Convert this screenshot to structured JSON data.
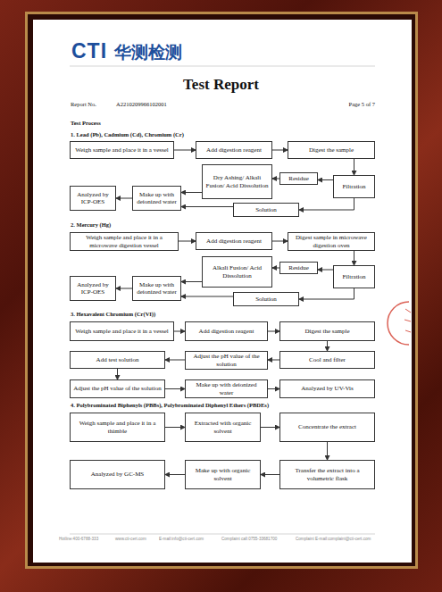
{
  "diagram": {
    "title": "Test Report",
    "nodes": [
      {
        "text": [
          "Weigh sample and place it in a vessel"
        ]
      },
      {
        "text": [
          "Add digestion reagent"
        ]
      },
      {
        "text": [
          "Digest the sample"
        ]
      },
      {
        "text": [
          "Filtration"
        ]
      },
      {
        "text": [
          "Residue"
        ]
      },
      {
        "text": [
          "Dry Ashing/ Alkali Fusion/ Acid Dissolution"
        ]
      },
      {
        "text": [
          "Make up with deionized water"
        ]
      },
      {
        "text": [
          "Analyzed by ICP-OES"
        ]
      },
      {
        "text": [
          "Solution"
        ]
      },
      {
        "text": [
          "Weigh sample and place it in a microwave digestion vessel"
        ]
      },
      {
        "text": [
          "Add digestion reagent"
        ]
      },
      {
        "text": [
          "Digest sample in microwave digestion oven"
        ]
      },
      {
        "text": [
          "Filtration"
        ]
      },
      {
        "text": [
          "Residue"
        ]
      },
      {
        "text": [
          "Alkali Fusion/ Acid Dissolution"
        ]
      },
      {
        "text": [
          "Make up with deionized water"
        ]
      },
      {
        "text": [
          "Analyzed by ICP-OES"
        ]
      },
      {
        "text": [
          "Solution"
        ]
      },
      {
        "text": [
          "Weigh sample and place it in a vessel"
        ]
      },
      {
        "text": [
          "Add digestion reagent"
        ]
      },
      {
        "text": [
          "Digest the sample"
        ]
      },
      {
        "text": [
          "Cool and filter"
        ]
      },
      {
        "text": [
          "Adjust the pH value of the solution"
        ]
      },
      {
        "text": [
          "Add test solution"
        ]
      },
      {
        "text": [
          "Adjust the pH value of the solution"
        ]
      },
      {
        "text": [
          "Make up with deionized water"
        ]
      },
      {
        "text": [
          "Analyzed by UV-Vis"
        ]
      },
      {
        "text": [
          "Weigh sample and place it in a thimble"
        ]
      },
      {
        "text": [
          "Extracted with organic solvent"
        ]
      },
      {
        "text": [
          "Concentrate the extract"
        ]
      },
      {
        "text": [
          "Transfer the extract into a volumetric flask"
        ]
      },
      {
        "text": [
          "Make up with organic solvent"
        ]
      },
      {
        "text": [
          "Analyzed by GC-MS"
        ]
      }
    ],
    "edges": [
      {
        "from": 0,
        "to": 1,
        "arrow": "to"
      },
      {
        "from": 1,
        "to": 2,
        "arrow": "to"
      },
      {
        "from": 2,
        "to": 3,
        "arrow": "to"
      },
      {
        "from": 3,
        "to": 4,
        "arrow": "to"
      },
      {
        "from": 4,
        "to": 5,
        "arrow": "to"
      },
      {
        "from": 5,
        "to": 6,
        "arrow": "to"
      },
      {
        "from": 6,
        "to": 7,
        "arrow": "to"
      },
      {
        "from": 3,
        "to": 8,
        "arrow": "to"
      },
      {
        "from": 8,
        "to": 6,
        "arrow": "to"
      },
      {
        "from": 9,
        "to": 10,
        "arrow": "to"
      },
      {
        "from": 10,
        "to": 11,
        "arrow": "to"
      },
      {
        "from": 11,
        "to": 12,
        "arrow": "to"
      },
      {
        "from": 12,
        "to": 13,
        "arrow": "to"
      },
      {
        "from": 13,
        "to": 14,
        "arrow": "to"
      },
      {
        "from": 14,
        "to": 15,
        "arrow": "to"
      },
      {
        "from": 15,
        "to": 16,
        "arrow": "to"
      },
      {
        "from": 12,
        "to": 17,
        "arrow": "to"
      },
      {
        "from": 17,
        "to": 15,
        "arrow": "to"
      },
      {
        "from": 18,
        "to": 19,
        "arrow": "to"
      },
      {
        "from": 19,
        "to": 20,
        "arrow": "to"
      },
      {
        "from": 20,
        "to": 21,
        "arrow": "to"
      },
      {
        "from": 21,
        "to": 22,
        "arrow": "to"
      },
      {
        "from": 22,
        "to": 23,
        "arrow": "to"
      },
      {
        "from": 23,
        "to": 24,
        "arrow": "to"
      },
      {
        "from": 24,
        "to": 25,
        "arrow": "to"
      },
      {
        "from": 25,
        "to": 26,
        "arrow": "to"
      },
      {
        "from": 27,
        "to": 28,
        "arrow": "to"
      },
      {
        "from": 28,
        "to": 29,
        "arrow": "to"
      },
      {
        "from": 29,
        "to": 30,
        "arrow": "to"
      },
      {
        "from": 30,
        "to": 31,
        "arrow": "to"
      },
      {
        "from": 31,
        "to": 32,
        "arrow": "to"
      }
    ],
    "labels": [
      "CTI",
      "华测检测",
      "Report No.",
      "A2210209966102001",
      "Page 5 of 7",
      "Test Process",
      "1. Lead (Pb), Cadmium (Cd), Chromium (Cr)",
      "2. Mercury (Hg)",
      "3. Hexavalent Chromium (Cr(VI))",
      "4. Polybrominated Biphenyls (PBBs), Polybrominated Diphenyl Ethers (PBDEs)",
      "Hotline:400-6788-333",
      "www.cti-cert.com",
      "E-mail:info@cti-cert.com",
      "Complaint call:0755-33681700",
      "Complaint E-mail:complaint@cti-cert.com"
    ]
  }
}
